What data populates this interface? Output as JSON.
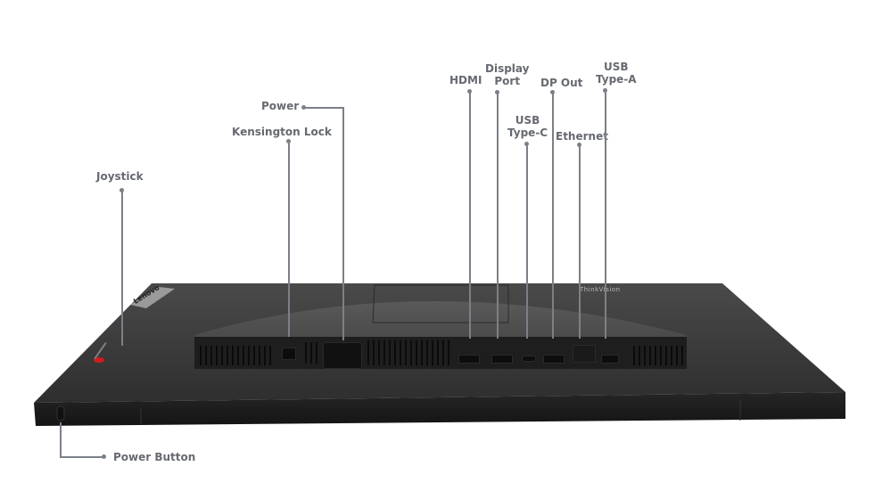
{
  "diagram": {
    "subject": "Monitor rear I/O ports diagram",
    "brand_badge": "Lenovo",
    "series_badge": "ThinkVision",
    "colors": {
      "label_text": "#666a70",
      "leader_line": "#7b8088",
      "chassis": "#2b2b2b",
      "chassis_top": "#3a3a3a",
      "joystick": "#d41b1b"
    },
    "callouts": [
      {
        "id": "joystick",
        "label": "Joystick"
      },
      {
        "id": "kensington-lock",
        "label": "Kensington Lock"
      },
      {
        "id": "power",
        "label": "Power"
      },
      {
        "id": "hdmi",
        "label": "HDMI"
      },
      {
        "id": "displayport",
        "label_line1": "Display",
        "label_line2": "Port"
      },
      {
        "id": "usb-type-c",
        "label_line1": "USB",
        "label_line2": "Type-C"
      },
      {
        "id": "dp-out",
        "label": "DP Out"
      },
      {
        "id": "ethernet",
        "label": "Ethernet"
      },
      {
        "id": "usb-type-a",
        "label_line1": "USB",
        "label_line2": "Type-A"
      },
      {
        "id": "power-button",
        "label": "Power Button"
      }
    ]
  }
}
